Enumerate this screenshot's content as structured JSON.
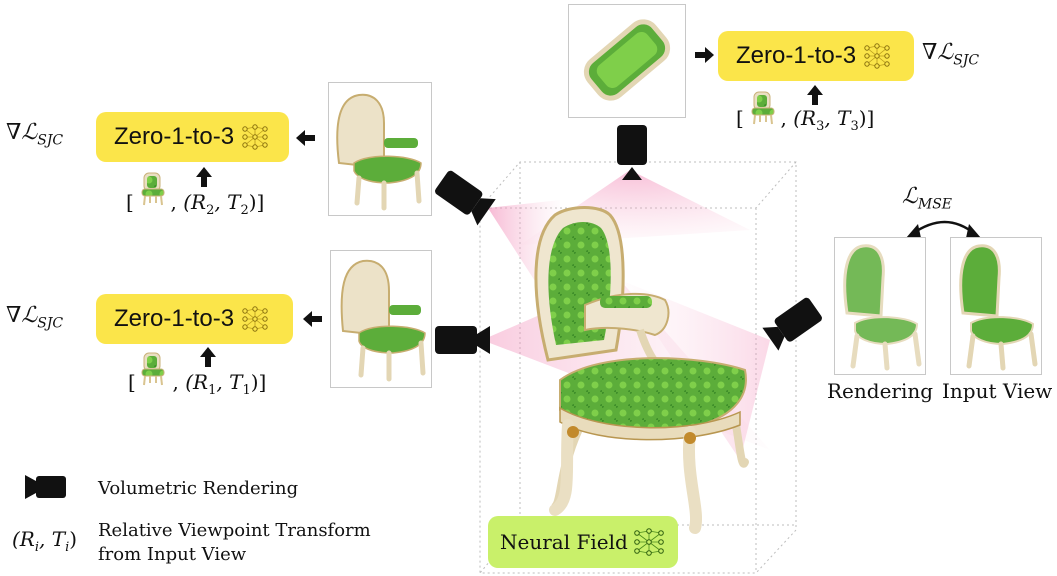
{
  "zero123_label": "Zero-1-to-3",
  "neural_field_label": "Neural Field",
  "loss_sjc": "∇ℒ",
  "loss_sjc_sub": "SJC",
  "loss_mse": "ℒ",
  "loss_mse_sub": "MSE",
  "pose_1": {
    "open": "[",
    "sep": ",",
    "R": "(R",
    "R_sub": "1",
    "T": ", T",
    "T_sub": "1",
    "close": ")]"
  },
  "pose_2": {
    "open": "[",
    "sep": ",",
    "R": "(R",
    "R_sub": "2",
    "T": ", T",
    "T_sub": "2",
    "close": ")]"
  },
  "pose_3": {
    "open": "[",
    "sep": ",",
    "R": "(R",
    "R_sub": "3",
    "T": ", T",
    "T_sub": "3",
    "close": ")]"
  },
  "rendering_caption": "Rendering",
  "input_view_caption": "Input View",
  "legend": {
    "volumetric": "Volumetric Rendering",
    "transform_symbol": "(R",
    "transform_sub_i": "i",
    "transform_mid": ", T",
    "transform_sub_i2": "i",
    "transform_close": ")",
    "transform_line1": "Relative Viewpoint Transform",
    "transform_line2": "from Input View"
  },
  "colors": {
    "zero_box": "#fbe54a",
    "neural_box": "#c9f06a",
    "chair_green": "#5cad3a",
    "chair_frame": "#eadfc3",
    "pink": "#f7b6cf"
  }
}
